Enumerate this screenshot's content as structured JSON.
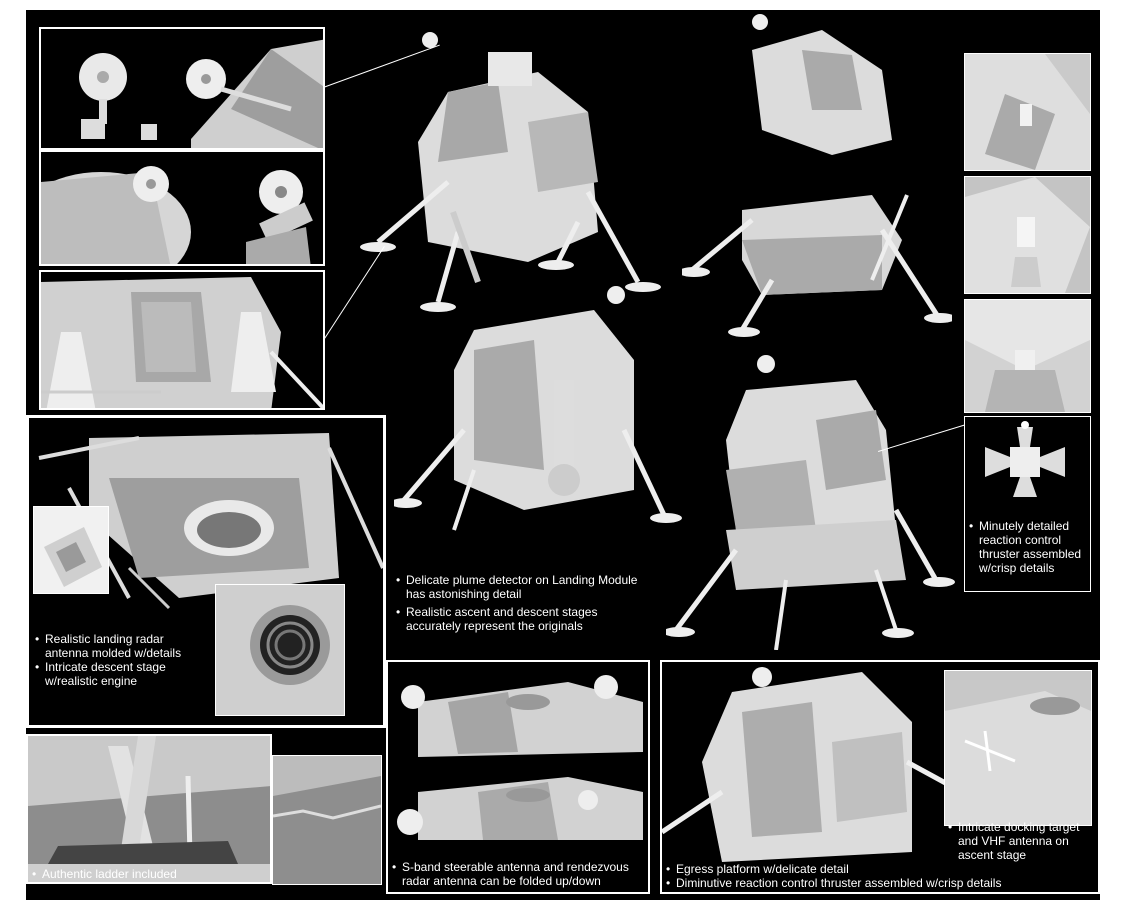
{
  "captions": {
    "landing_radar": [
      "Realistic landing radar antenna molded w/details",
      "Intricate descent stage w/realistic engine"
    ],
    "plume_detector": [
      "Delicate plume detector on Landing Module has astonishing detail",
      "Realistic ascent and descent stages accurately represent the originals"
    ],
    "thruster": [
      "Minutely detailed reaction control thruster assembled w/crisp details"
    ],
    "ladder": [
      "Authentic ladder included"
    ],
    "antenna": [
      "S-band steerable antenna and rendezvous radar antenna can be folded up/down"
    ],
    "egress": [
      "Egress platform w/delicate detail",
      "Diminutive reaction control thruster assembled w/crisp details"
    ],
    "docking": [
      "Intricate docking target and VHF antenna on ascent stage"
    ]
  },
  "colors": {
    "background": "#000000",
    "model": "#e6e6e6",
    "shade": "#9a9a9a",
    "line": "#ffffff"
  }
}
